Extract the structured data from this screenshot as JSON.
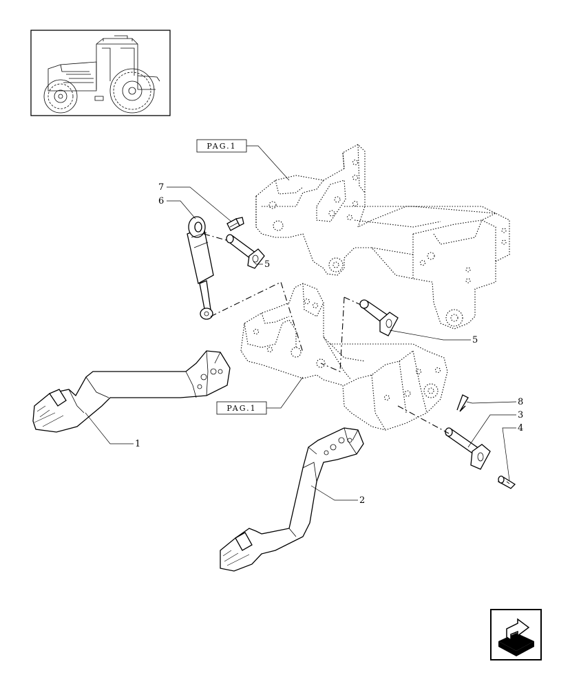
{
  "reference_labels": {
    "upper": "PAG.1",
    "lower": "PAG.1"
  },
  "callouts": {
    "c1": "1",
    "c2": "2",
    "c3": "3",
    "c4": "4",
    "c5a": "5",
    "c5b": "5",
    "c6": "6",
    "c7": "7",
    "c8": "8"
  },
  "icons": {
    "thumbnail": "tractor-thumbnail",
    "nav": "next-page-arrow-icon"
  }
}
